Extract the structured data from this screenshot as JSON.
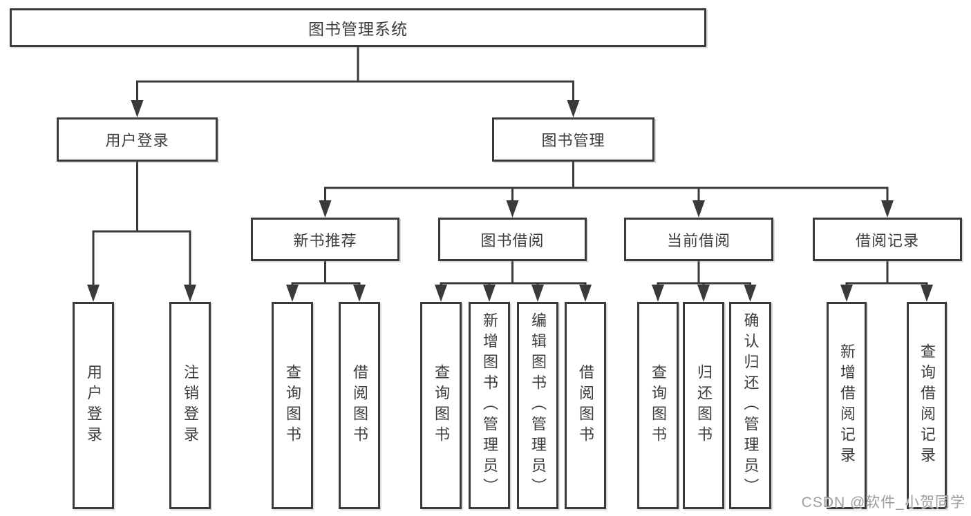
{
  "diagram": {
    "title": "图书管理系统",
    "watermark": "CSDN @软件_小贺同学",
    "colors": {
      "line": "#3a3a3a",
      "box_border": "#3a3a3a",
      "box_bg": "#ffffff",
      "text": "#3d3d3d",
      "watermark": "#9d9d9d",
      "background": "#ffffff"
    },
    "nodes": [
      {
        "id": "root",
        "label": "图书管理系统",
        "level": 1,
        "parent": null
      },
      {
        "id": "user-login",
        "label": "用户登录",
        "level": 2,
        "parent": "root"
      },
      {
        "id": "book-mgmt",
        "label": "图书管理",
        "level": 2,
        "parent": "root"
      },
      {
        "id": "new-books",
        "label": "新书推荐",
        "level": 3,
        "parent": "book-mgmt"
      },
      {
        "id": "book-borrow",
        "label": "图书借阅",
        "level": 3,
        "parent": "book-mgmt"
      },
      {
        "id": "current-borrow",
        "label": "当前借阅",
        "level": 3,
        "parent": "book-mgmt"
      },
      {
        "id": "borrow-records",
        "label": "借阅记录",
        "level": 3,
        "parent": "book-mgmt"
      },
      {
        "id": "leaf-user-login",
        "label": "用户登录",
        "level": 4,
        "parent": "user-login"
      },
      {
        "id": "leaf-logout",
        "label": "注销登录",
        "level": 4,
        "parent": "user-login"
      },
      {
        "id": "leaf-nb-query",
        "label": "查询图书",
        "level": 4,
        "parent": "new-books"
      },
      {
        "id": "leaf-nb-borrow",
        "label": "借阅图书",
        "level": 4,
        "parent": "new-books"
      },
      {
        "id": "leaf-bb-query",
        "label": "查询图书",
        "level": 4,
        "parent": "book-borrow"
      },
      {
        "id": "leaf-bb-add",
        "label": "新增图书（管理员）",
        "level": 4,
        "parent": "book-borrow"
      },
      {
        "id": "leaf-bb-edit",
        "label": "编辑图书（管理员）",
        "level": 4,
        "parent": "book-borrow"
      },
      {
        "id": "leaf-bb-borrow",
        "label": "借阅图书",
        "level": 4,
        "parent": "book-borrow"
      },
      {
        "id": "leaf-cb-query",
        "label": "查询图书",
        "level": 4,
        "parent": "current-borrow"
      },
      {
        "id": "leaf-cb-return",
        "label": "归还图书",
        "level": 4,
        "parent": "current-borrow"
      },
      {
        "id": "leaf-cb-confirm",
        "label": "确认归还（管理员）",
        "level": 4,
        "parent": "current-borrow"
      },
      {
        "id": "leaf-br-add",
        "label": "新增借阅记录",
        "level": 4,
        "parent": "borrow-records"
      },
      {
        "id": "leaf-br-query",
        "label": "查询借阅记录",
        "level": 4,
        "parent": "borrow-records"
      }
    ]
  }
}
